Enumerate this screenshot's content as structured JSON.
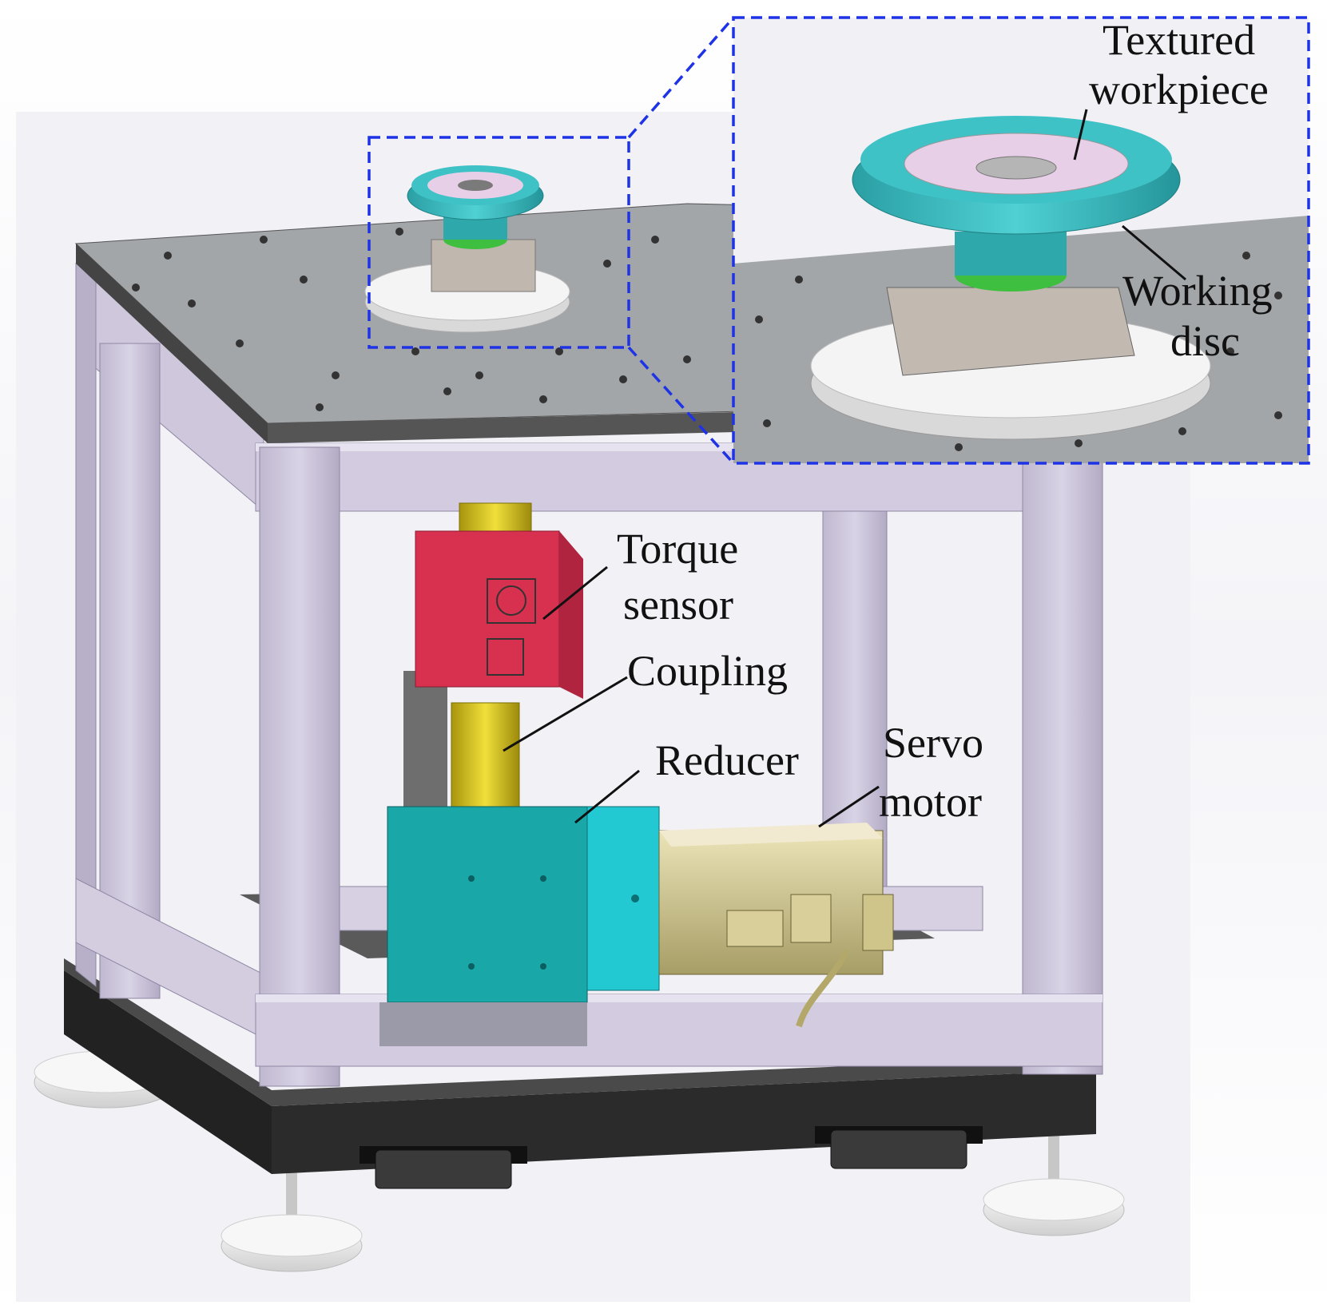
{
  "labels": {
    "textured_workpiece": [
      "Textured",
      "workpiece"
    ],
    "working_disc": [
      "Working",
      "disc"
    ],
    "torque_sensor": [
      "Torque",
      "sensor"
    ],
    "coupling": "Coupling",
    "reducer": "Reducer",
    "servo_motor": [
      "Servo",
      "motor"
    ]
  },
  "colors": {
    "frame": "#cfc8dc",
    "frame_shadow": "#a89fb8",
    "tabletop": "#9fa3a6",
    "base_plate": "#2b2b2b",
    "torque_sensor": "#d8304f",
    "coupling": "#d6c21e",
    "reducer": "#1aa7a8",
    "reducer_end": "#22c9d2",
    "servo_motor": "#c9c08a",
    "working_disc": "#38b4b8",
    "workpiece": "#e6c9e6",
    "mount_flange": "#efefef",
    "highlight_box": "#1e33e6"
  }
}
